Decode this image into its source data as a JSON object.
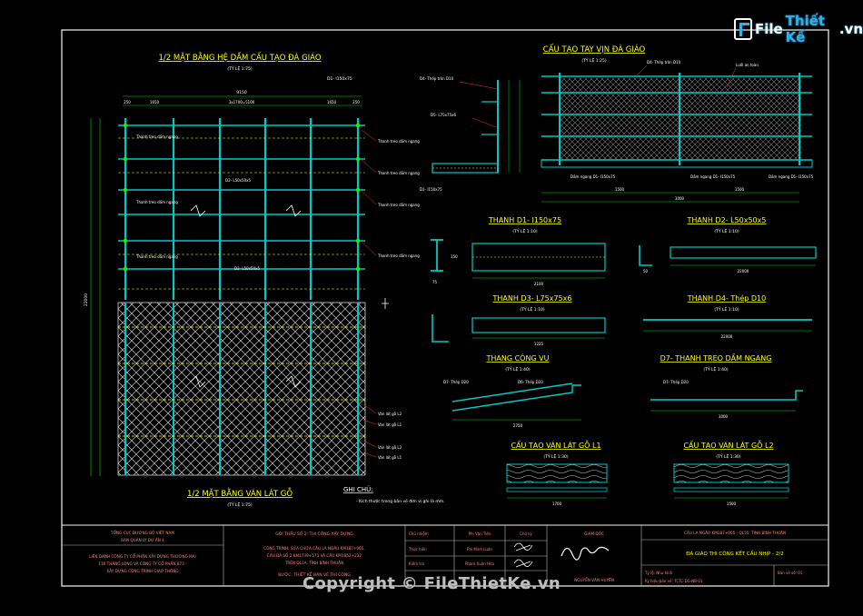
{
  "watermark": {
    "logo_part1": "File",
    "logo_part2": "Thiết Kế",
    "logo_part3": ".vn",
    "copyright": "Copyright © FileThietKe.vn"
  },
  "sections": {
    "plan_beams": {
      "title": "1/2 MẶT BẰNG HỆ DẦM CẤU TẠO ĐÀ GIÁO",
      "scale": "(TỶ LỆ 1:75)"
    },
    "plan_planks": {
      "title": "1/2 MẶT BẰNG VÁN LÁT GỖ",
      "scale": "(TỶ LỆ 1:75)"
    },
    "handrail": {
      "title": "CẤU TẠO TAY VỊN ĐÀ GIÁO",
      "scale": "(TỶ LỆ 1:25)"
    },
    "d1": {
      "title": "THANH D1- I150x75",
      "scale": "(TỶ LỆ 1:10)",
      "length": "2100"
    },
    "d2": {
      "title": "THANH D2- L50x50x5",
      "scale": "(TỶ LỆ 1:10)",
      "length": "22000"
    },
    "d3": {
      "title": "THANH D3- L75x75x6",
      "scale": "(TỶ LỆ 1:10)",
      "length": "1225"
    },
    "d4": {
      "title": "THANH D4- Thép D10",
      "scale": "(TỶ LỆ 1:10)",
      "length": "22000"
    },
    "ladder": {
      "title": "THANG CÔNG VỤ",
      "scale": "(TỶ LỆ 1:40)",
      "length": "2750"
    },
    "d7": {
      "title": "D7- THANH TREO DẦM NGANG",
      "scale": "(TỶ LỆ 1:40)",
      "length": "3000"
    },
    "plank_l1": {
      "title": "CẤU TẠO VÁN LÁT GỖ L1",
      "scale": "(TỶ LỆ 1:30)",
      "length": "1700"
    },
    "plank_l2": {
      "title": "CẤU TẠO VÁN LÁT GỖ L2",
      "scale": "(TỶ LỆ 1:30)",
      "length": "1500"
    }
  },
  "labels": {
    "d1_top": "D1- I150x75",
    "d4_rod": "D4- Thép tròn D10",
    "d5": "D5- L75x75x6",
    "d1_bottom": "D1- I150x75",
    "hanger": "Thanh treo dầm ngang",
    "d2_inner": "D2- L50x50x5",
    "plank_l2": "Ván lát gỗ L2",
    "plank_l1": "Ván lát gỗ L1",
    "d4_rail": "D4- Thép tròn D10",
    "netting": "Lưới an toàn",
    "rail_ngang": "Dầm ngang D1- I150x75",
    "d7_small": "D7- Thép D20",
    "d6_small": "D6- Thép D20",
    "d7_ladder": "D7- Thép D20"
  },
  "dims": {
    "overall_width": "9150",
    "w1": "1650",
    "w2": "3x1700=5100",
    "w3": "1650",
    "w_edge": "250",
    "height_total": "22000",
    "handrail_total": "3000",
    "handrail_half": "1500",
    "d1_h": "150",
    "d1_w": "75",
    "d2_side": "50"
  },
  "notes": {
    "title": "GHI CHÚ:",
    "line1": "- Kích thước trong bản vẽ đơn vị ghi là mm."
  },
  "title_block": {
    "owner1": "TỔNG CỤC ĐƯỜNG BỘ VIỆT NAM",
    "owner2": "BAN QUẢN LÝ DỰ ÁN 4",
    "contractor1": "LIÊN DANH CÔNG TY CỔ PHẦN XÂY DỰNG THƯƠNG MẠI",
    "contractor2": "116 THĂNG LONG VÀ CÔNG TY CỔ PHẦN 873 -",
    "contractor3": "XÂY DỰNG CÔNG TRÌNH GIAO THÔNG",
    "package": "GÓI THẦU SỐ 2: THI CÔNG XÂY DỰNG",
    "project1": "CÔNG TRÌNH: SỬA CHỮA CẦU LA NGÂU KM187+065,",
    "project2": "CẦU ĐÁ SỐ 2 KM1739+573 VÀ CẦU KM1852+232",
    "project3": "TRÊN QL1A, TỈNH BÌNH THUẬN",
    "stage": "BƯỚC: THIẾT KẾ BẢN VẼ THI CÔNG",
    "role1": "Chủ nhiệm",
    "role2": "Thực hiện",
    "role3": "Kiểm tra",
    "name1": "Phí Văn Tiến",
    "name2": "Phí Minh Luân",
    "name3": "Phạm Xuân Hòa",
    "sign_label": "Chữ ký",
    "director_title": "GIÁM ĐỐC",
    "director_name": "NGUYỄN VĂN HUYỀN",
    "bridge": "CẦU LA NGÂU KM187+065 - QL55, TỈNH BÌNH THUẬN",
    "drawing": "ĐÀ GIÁO THI CÔNG KẾT CẤU NHỊP - 2/2",
    "scale_note": "Tỷ lệ: Như hình",
    "sheet": "Bản vẽ số: 01",
    "code": "Ký hiệu bản vẽ: TCTC-DG-NB-01"
  }
}
